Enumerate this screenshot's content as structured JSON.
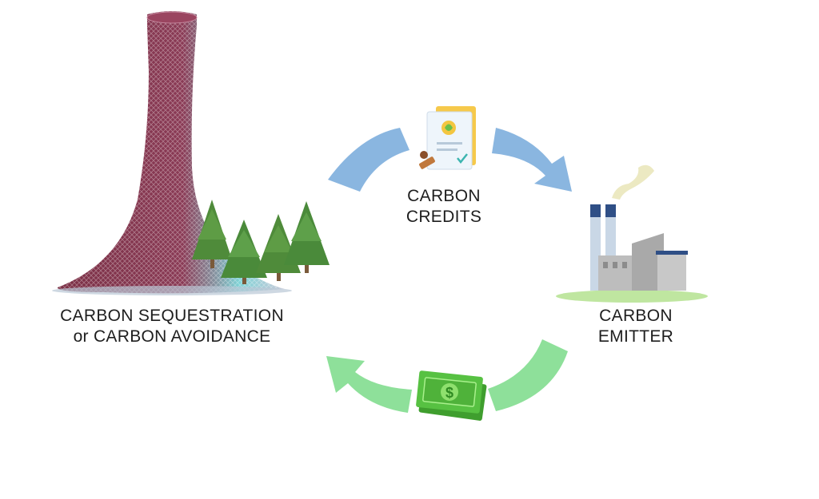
{
  "labels": {
    "sequestration_line1": "CARBON SEQUESTRATION",
    "sequestration_line2": "or CARBON AVOIDANCE",
    "credits_line1": "CARBON",
    "credits_line2": "CREDITS",
    "emitter_line1": "CARBON",
    "emitter_line2": "EMITTER"
  },
  "icons": {
    "tower": "mesh-tower-icon",
    "trees": "pine-trees-icon",
    "certificate": "carbon-credit-certificate-icon",
    "stamp": "rubber-stamp-icon",
    "factory": "factory-icon",
    "money": "money-bills-icon",
    "arrow_top": "blue-arrow-icon",
    "arrow_bottom": "green-arrow-icon"
  },
  "colors": {
    "arrow_blue": "#8ab6e0",
    "arrow_green": "#8ee09a",
    "money_green": "#4fbf3a",
    "tower_dark": "#7a2f45",
    "tower_light": "#7fd3d6",
    "tree": "#4f8b3a",
    "factory_gray": "#b8b8b8",
    "chimney_blue": "#3a5a8a",
    "text": "#1e1e1e"
  }
}
